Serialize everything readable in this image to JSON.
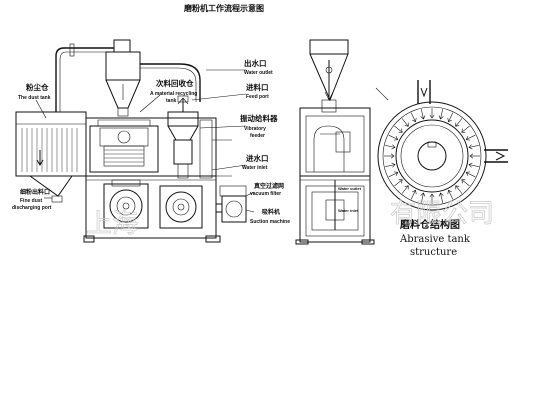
{
  "title": "磨粉机工作流程示意图",
  "labels": {
    "dust_tank_cn": "粉尘仓",
    "dust_tank_en": "The dust tank",
    "material_recycle_cn": "次料回收仓",
    "material_recycle_en1": "A material recycling",
    "material_recycle_en2": "tank",
    "water_outlet_cn": "出水口",
    "water_outlet_en": "Water outlet",
    "feed_port_cn": "进料口",
    "feed_port_en": "Feed port",
    "vibratory_feeder_cn": "振动给料器",
    "vibratory_feeder_en1": "Vibratory",
    "vibratory_feeder_en2": "feeder",
    "water_inlet_cn": "进水口",
    "water_inlet_en": "Water inlet",
    "vacuum_filter_cn": "真空过滤网",
    "vacuum_filter_en": "vacuum filter",
    "suction_machine_cn": "吸料机",
    "suction_machine_en": "Suction machine",
    "fine_dust_cn": "细粉出料口",
    "fine_dust_en1": "Fine dust",
    "fine_dust_en2": "discharging port",
    "mid_label_a": "Water outlet",
    "mid_label_b": "Water inlet"
  },
  "abrasive_tank": {
    "title_cn": "磨料仓结构图",
    "title_en_line1": "Abrasive tank",
    "title_en_line2": "structure"
  },
  "watermark": {
    "text": "上海",
    "text2": "有限公司"
  }
}
